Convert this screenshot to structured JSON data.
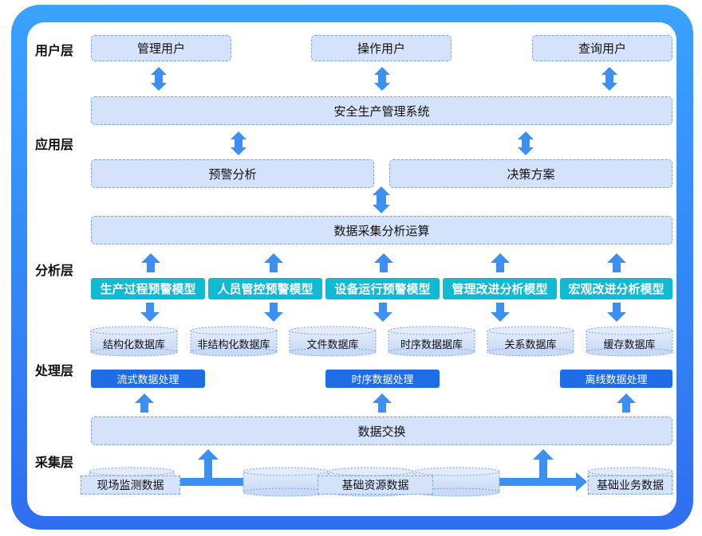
{
  "layers": {
    "user": "用户层",
    "application": "应用层",
    "analysis": "分析层",
    "processing": "处理层",
    "collection": "采集层"
  },
  "users": [
    "管理用户",
    "操作用户",
    "查询用户"
  ],
  "system": "安全生产管理系统",
  "apps": [
    "预警分析",
    "决策方案"
  ],
  "compute": "数据采集分析运算",
  "models": [
    "生产过程预警模型",
    "人员管控预警模型",
    "设备运行预警模型",
    "管理改进分析模型",
    "宏观改进分析模型"
  ],
  "databases": [
    "结构化数据库",
    "非结构化数据库",
    "文件数据库",
    "时序数据据库",
    "关系数据库",
    "缓存数据库"
  ],
  "processing": [
    "流式数据处理",
    "时序数据处理",
    "离线数据处理"
  ],
  "exchange": "数据交换",
  "sources": [
    "现场监测数据",
    "基础资源数据",
    "基础业务数据"
  ],
  "colors": {
    "frame": "#2f7ef5",
    "box": "#d5e2fb",
    "model": "#12b9d3",
    "process": "#1f6de6",
    "arrow": "#3d8ff0"
  }
}
